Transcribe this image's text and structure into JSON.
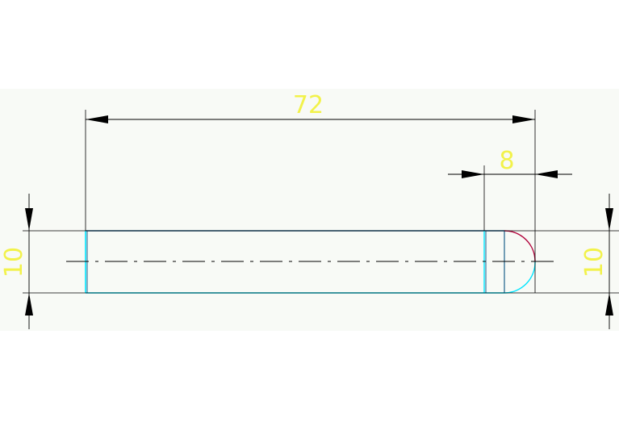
{
  "drawing": {
    "dimensions": {
      "overall_length": "72",
      "end_length": "8",
      "diameter_left": "10",
      "diameter_right": "10"
    },
    "colors": {
      "dimension_text": "#f2f24a",
      "dimension_line": "#000000",
      "outline": "#00e5ff",
      "outline_dark": "#1a5f8a",
      "arc_top": "#b0003a",
      "centerline": "#000000",
      "background_band": "#f8faf6"
    }
  }
}
